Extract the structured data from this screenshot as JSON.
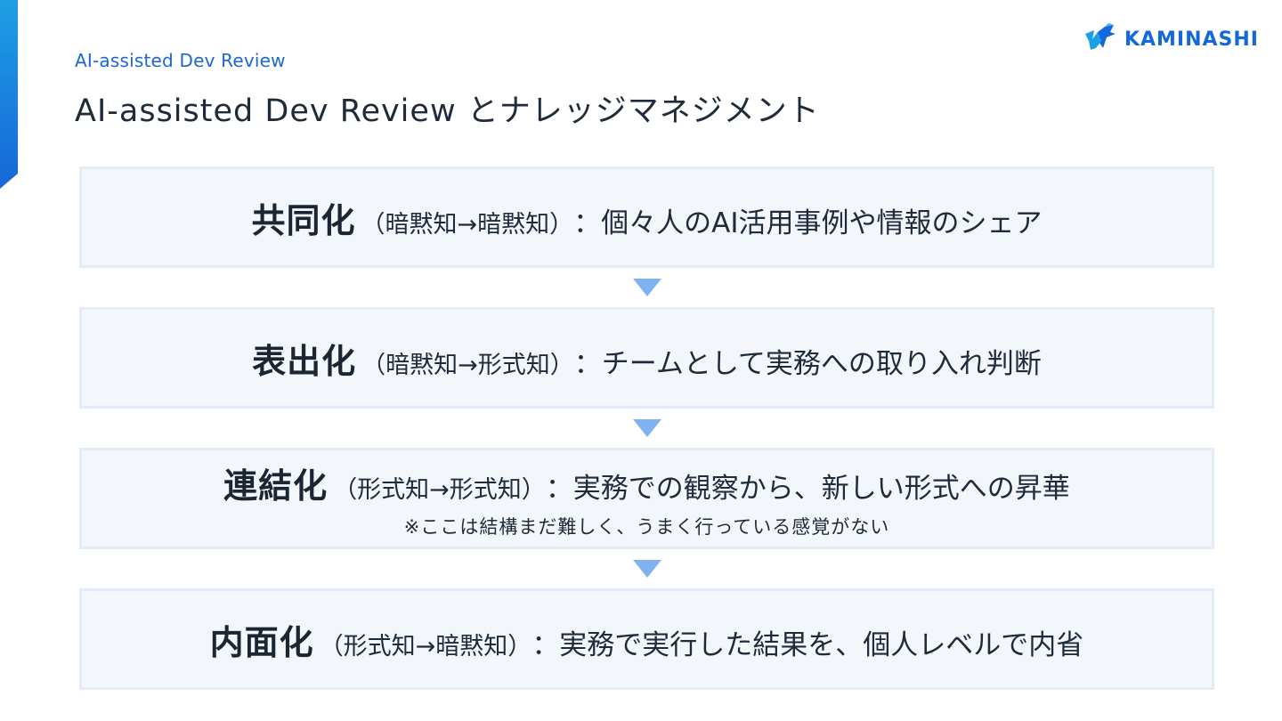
{
  "header": {
    "kicker": "AI-assisted Dev Review",
    "title": "AI-assisted Dev Review とナレッジマネジメント"
  },
  "logo": {
    "text": "KAMINASHI",
    "icon": "kaminashi-logo-mark-icon",
    "color": "#1268dc"
  },
  "colors": {
    "accent": "#1667d6",
    "box_bg": "#f3f7fc",
    "box_border": "#e2ecf7",
    "arrow": "#7fb2f0"
  },
  "steps": [
    {
      "head": "共同化",
      "paren": "（暗黙知→暗黙知）",
      "desc": "：個々人のAI活用事例や情報のシェア",
      "note": ""
    },
    {
      "head": "表出化",
      "paren": "（暗黙知→形式知）",
      "desc": "：チームとして実務への取り入れ判断",
      "note": ""
    },
    {
      "head": "連結化",
      "paren": "（形式知→形式知）",
      "desc": "：実務での観察から、新しい形式への昇華",
      "note": "※ここは結構まだ難しく、うまく行っている感覚がない"
    },
    {
      "head": "内面化",
      "paren": "（形式知→暗黙知）",
      "desc": "：実務で実行した結果を、個人レベルで内省",
      "note": ""
    }
  ]
}
